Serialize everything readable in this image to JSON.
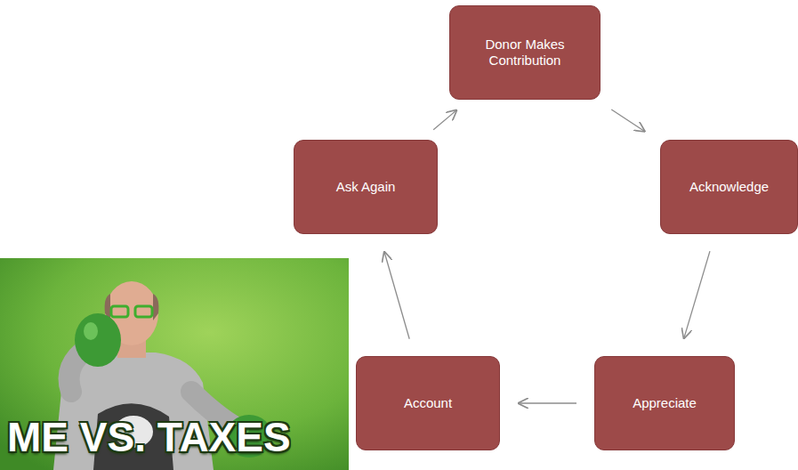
{
  "diagram": {
    "nodes": [
      {
        "text": [
          "Donor Makes Contribution"
        ]
      },
      {
        "text": [
          "Acknowledge"
        ]
      },
      {
        "text": [
          "Appreciate"
        ]
      },
      {
        "text": [
          "Account"
        ]
      },
      {
        "text": [
          "Ask Again"
        ]
      }
    ],
    "edges": [
      {
        "from": 0,
        "to": 1,
        "arrow": "to"
      },
      {
        "from": 1,
        "to": 2,
        "arrow": "to"
      },
      {
        "from": 2,
        "to": 3,
        "arrow": "to"
      },
      {
        "from": 3,
        "to": 4,
        "arrow": "to"
      },
      {
        "from": 4,
        "to": 0,
        "arrow": "to"
      }
    ],
    "labels": [
      "ME VS. TAXES"
    ]
  }
}
